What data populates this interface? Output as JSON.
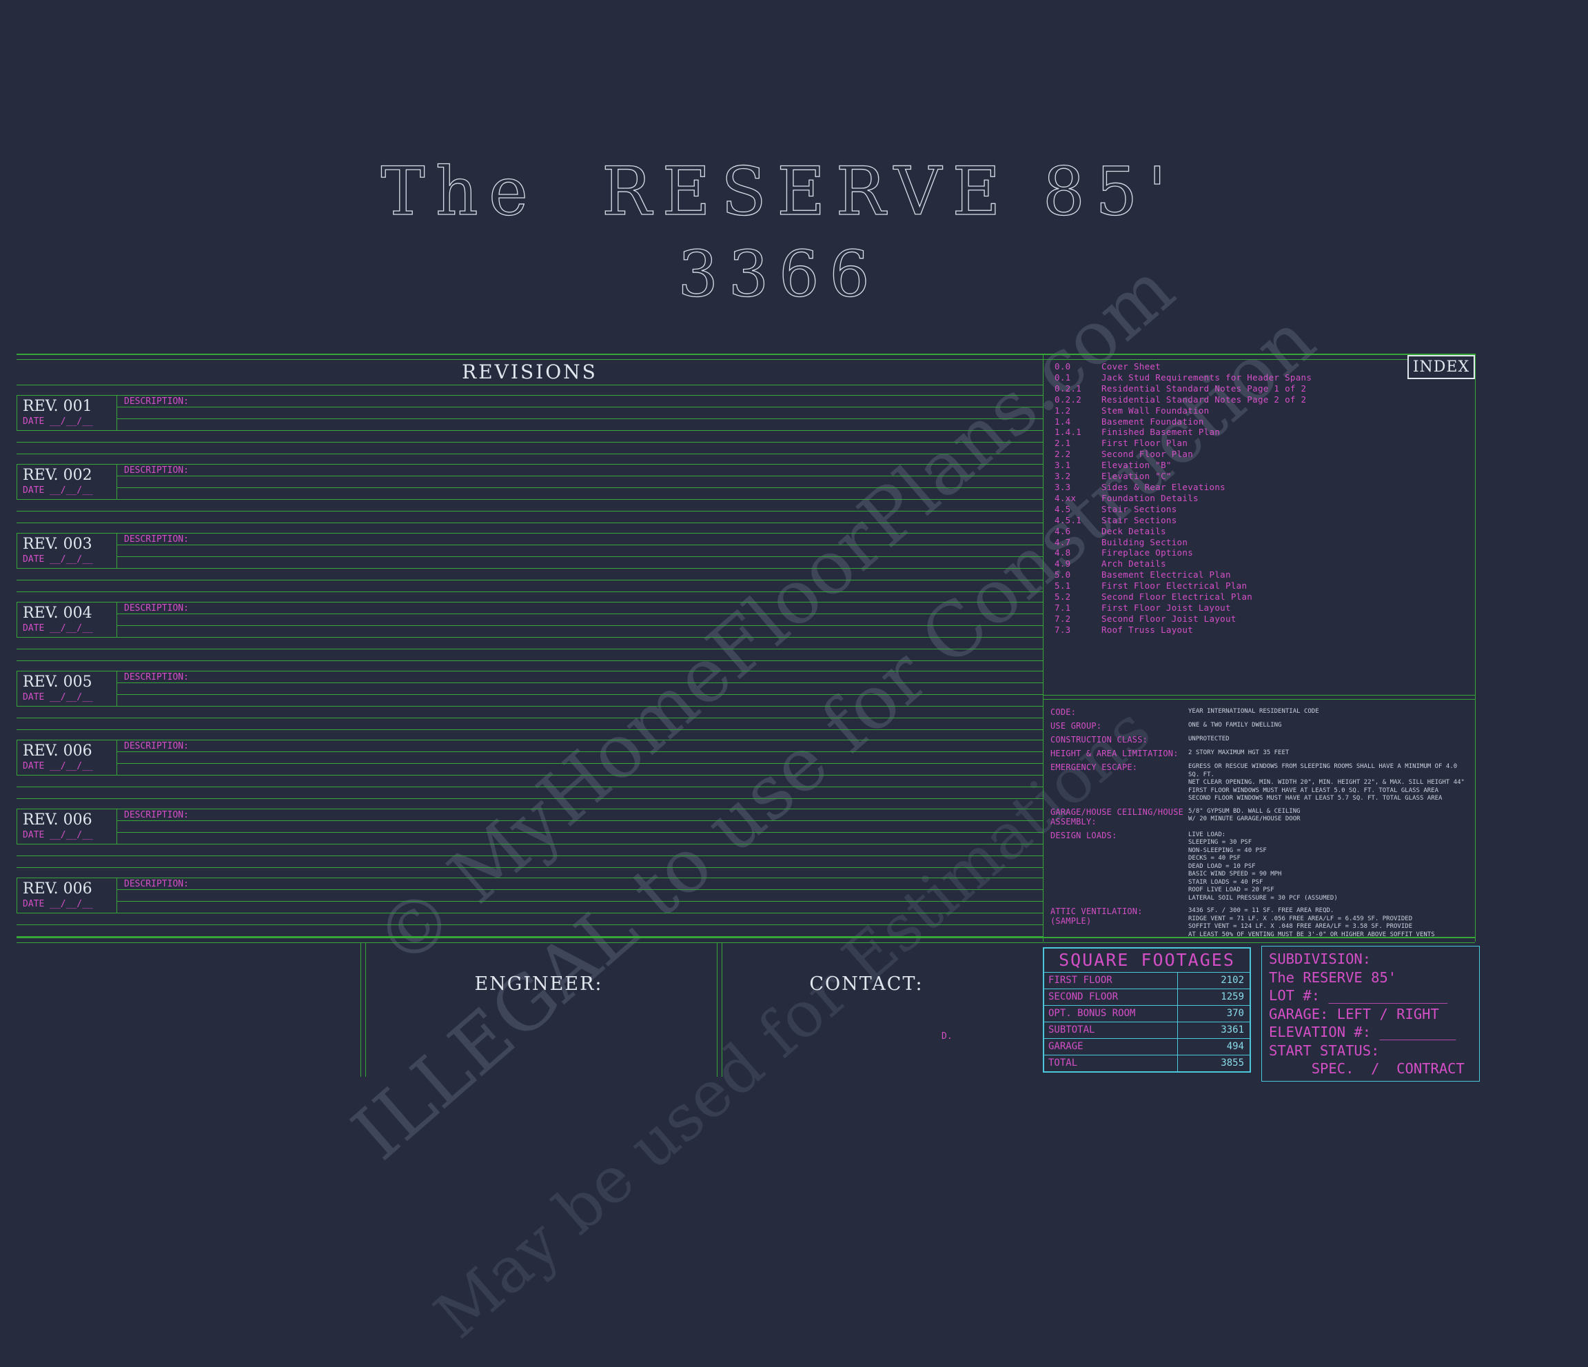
{
  "colors": {
    "bg": "#262c3e",
    "green": "#37a837",
    "magenta": "#d44fc6",
    "cyan": "#4cc8dc",
    "cyanlight": "#8adbe9",
    "white": "#e2e6ee"
  },
  "title": {
    "line1": "The  RESERVE 85'",
    "line2": "3366"
  },
  "watermark": {
    "line1": "© MyHomeFloorPlans.com",
    "line2": "ILLEGAL to use for Construction",
    "line3": "May be used for Estimations"
  },
  "revisions": {
    "header": "REVISIONS",
    "date_label": "DATE __/__/__",
    "description_label": "DESCRIPTION:",
    "rows": [
      "REV. 001",
      "REV. 002",
      "REV. 003",
      "REV. 004",
      "REV. 005",
      "REV. 006",
      "REV. 006",
      "REV. 006"
    ]
  },
  "index": {
    "header": "INDEX",
    "items": [
      {
        "num": "0.0",
        "label": "Cover Sheet"
      },
      {
        "num": "0.1",
        "label": "Jack Stud Requirements for Header Spans"
      },
      {
        "num": "0.2.1",
        "label": "Residential Standard Notes Page 1 of 2"
      },
      {
        "num": "0.2.2",
        "label": "Residential Standard Notes Page 2 of 2"
      },
      {
        "num": "1.2",
        "label": "Stem Wall Foundation"
      },
      {
        "num": "1.4",
        "label": "Basement Foundation"
      },
      {
        "num": "1.4.1",
        "label": "Finished Basement Plan"
      },
      {
        "num": "2.1",
        "label": "First Floor Plan"
      },
      {
        "num": "2.2",
        "label": "Second Floor Plan"
      },
      {
        "num": "3.1",
        "label": "Elevation \"B\""
      },
      {
        "num": "3.2",
        "label": "Elevation \"C\""
      },
      {
        "num": "3.3",
        "label": "Sides & Rear Elevations"
      },
      {
        "num": "4.xx",
        "label": "Foundation Details"
      },
      {
        "num": "4.5",
        "label": "Stair Sections"
      },
      {
        "num": "4.5.1",
        "label": "Stair Sections"
      },
      {
        "num": "4.6",
        "label": "Deck Details"
      },
      {
        "num": "4.7",
        "label": "Building Section"
      },
      {
        "num": "4.8",
        "label": "Fireplace Options"
      },
      {
        "num": "4.9",
        "label": "Arch Details"
      },
      {
        "num": "5.0",
        "label": "Basement Electrical Plan"
      },
      {
        "num": "5.1",
        "label": "First Floor Electrical Plan"
      },
      {
        "num": "5.2",
        "label": "Second Floor Electrical Plan"
      },
      {
        "num": "7.1",
        "label": "First Floor Joist Layout"
      },
      {
        "num": "7.2",
        "label": "Second Floor Joist Layout"
      },
      {
        "num": "7.3",
        "label": "Roof Truss Layout"
      }
    ]
  },
  "code_info": {
    "rows": [
      {
        "label": "CODE:",
        "value": "YEAR  INTERNATIONAL RESIDENTIAL CODE"
      },
      {
        "label": "USE GROUP:",
        "value": "ONE & TWO FAMILY DWELLING"
      },
      {
        "label": "CONSTRUCTION CLASS:",
        "value": "UNPROTECTED"
      },
      {
        "label": "HEIGHT & AREA LIMITATION:",
        "value": "2 STORY MAXIMUM HGT 35 FEET"
      },
      {
        "label": "EMERGENCY ESCAPE:",
        "value": "EGRESS OR RESCUE WINDOWS FROM SLEEPING ROOMS SHALL HAVE A MINIMUM OF 4.0 SQ. FT.\nNET CLEAR OPENING. MIN. WIDTH 20\", MIN. HEIGHT 22\", & MAX. SILL HEIGHT 44\"\nFIRST FLOOR WINDOWS MUST HAVE AT LEAST 5.0 SQ. FT. TOTAL GLASS AREA\nSECOND FLOOR WINDOWS MUST HAVE AT LEAST 5.7 SQ. FT. TOTAL GLASS AREA"
      },
      {
        "label": "GARAGE/HOUSE CEILING/HOUSE ASSEMBLY:",
        "value": "5/8\" GYPSUM BD. WALL & CEILING\nW/ 20 MINUTE GARAGE/HOUSE DOOR"
      },
      {
        "label": "DESIGN LOADS:",
        "value": "LIVE LOAD:\n      SLEEPING = 30 PSF\n      NON-SLEEPING = 40 PSF\nDECKS = 40 PSF\nDEAD LOAD = 10 PSF\nBASIC WIND SPEED = 90 MPH\nSTAIR LOADS = 40 PSF\nROOF LIVE LOAD = 20 PSF\nLATERAL SOIL PRESSURE = 30 PCF (ASSUMED)"
      },
      {
        "label": "ATTIC VENTILATION:\n(SAMPLE)",
        "value": "3436 SF. / 300 = 11 SF. FREE AREA REQD.\nRIDGE VENT = 71 LF. X .056 FREE AREA/LF = 6.459 SF. PROVIDED\nSOFFIT VENT = 124 LF. X .048 FREE AREA/LF = 3.58 SF. PROVIDE\nAT LEAST 50% OF VENTING MUST BE 3'-0\" OR HIGHER ABOVE SOFFIT VENTS"
      }
    ]
  },
  "footer": {
    "engineer_label": "ENGINEER:",
    "contact_label": "CONTACT:",
    "d_note": "D."
  },
  "square_footages": {
    "header": "SQUARE FOOTAGES",
    "rows": [
      {
        "label": "FIRST FLOOR",
        "value": "2102"
      },
      {
        "label": "SECOND FLOOR",
        "value": "1259"
      },
      {
        "label": "OPT. BONUS ROOM",
        "value": "370"
      },
      {
        "label": "SUBTOTAL",
        "value": "3361"
      },
      {
        "label": "GARAGE",
        "value": "494"
      },
      {
        "label": "TOTAL",
        "value": "3855"
      }
    ]
  },
  "lot_info": {
    "lines": [
      "SUBDIVISION:",
      "The RESERVE 85'",
      "LOT #: ______________",
      "GARAGE: LEFT / RIGHT",
      "ELEVATION #: _________",
      "START STATUS:",
      "     SPEC.  /  CONTRACT"
    ]
  }
}
